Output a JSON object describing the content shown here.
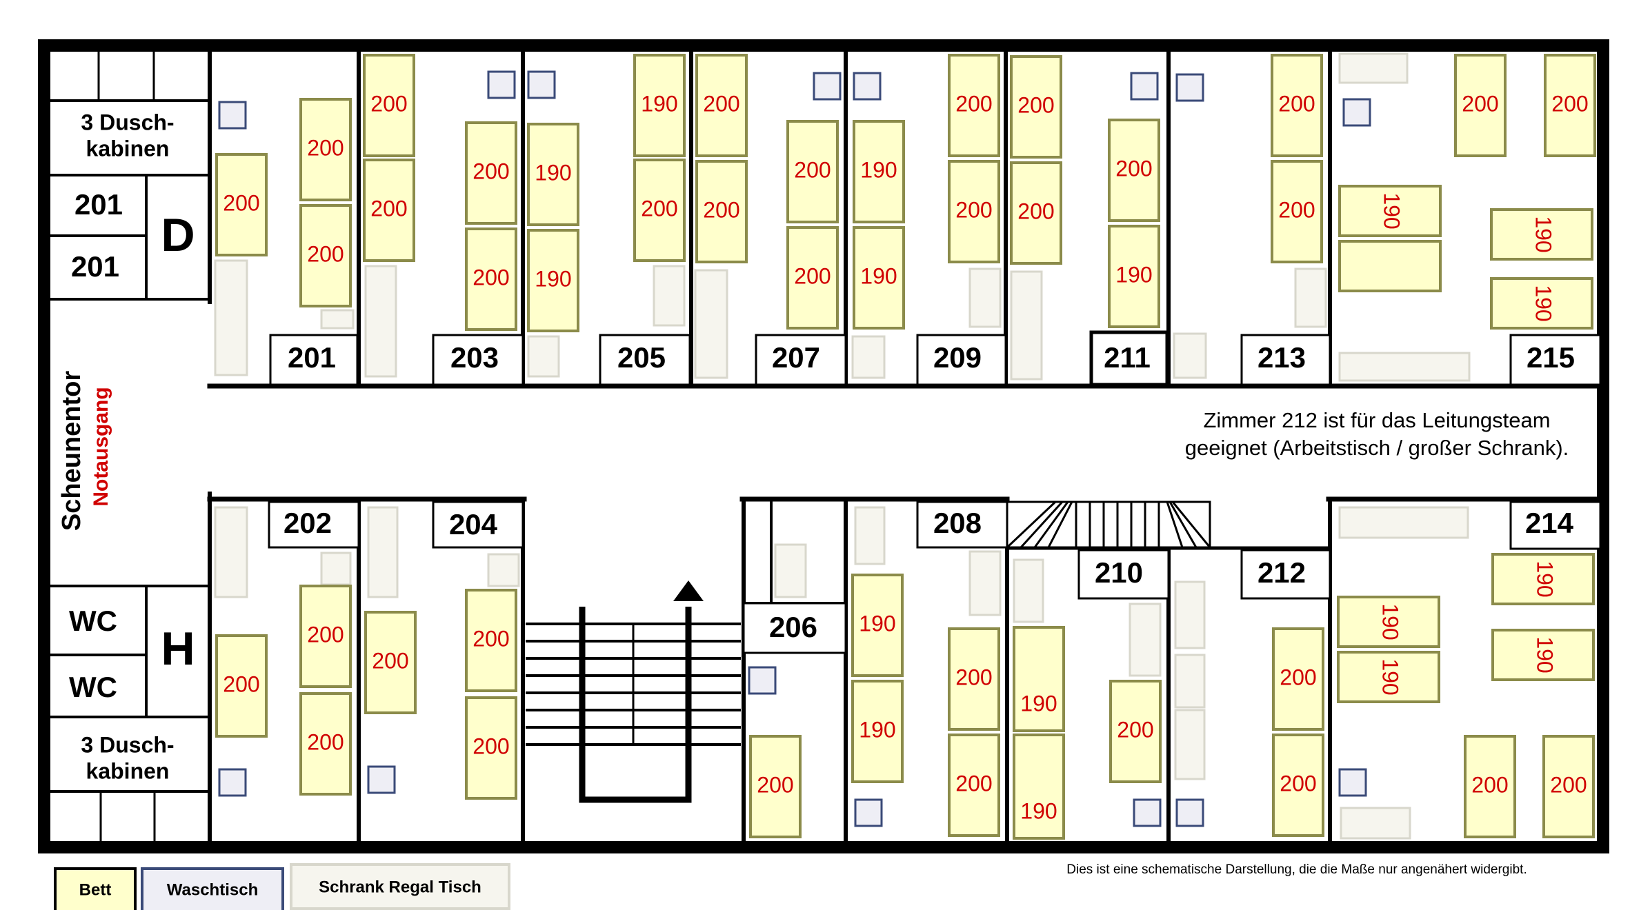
{
  "colors": {
    "bed_fill": "#FFFFCC",
    "bed_stroke": "#8B8B4A",
    "washbasin_fill": "#EEEEF5",
    "washbasin_stroke": "#3A4A78",
    "furniture_fill": "#F6F5EE",
    "furniture_stroke": "#D8D7CC",
    "bed_label": "#D00000",
    "emergency_label": "#D00000",
    "wall": "#000000"
  },
  "left_wing": {
    "showers_top": "3 Dusch-kabinen",
    "room_201a": "201",
    "room_201b": "201",
    "sign_d": "D",
    "barn_door": "Scheunentor",
    "emergency_exit": "Notausgang",
    "wc_1": "WC",
    "wc_2": "WC",
    "sign_h": "H",
    "showers_bottom": "3 Dusch-kabinen"
  },
  "rooms_top": [
    "201",
    "203",
    "205",
    "207",
    "209",
    "211",
    "213",
    "215"
  ],
  "rooms_bottom": [
    "202",
    "204",
    "206",
    "208",
    "210",
    "212",
    "214"
  ],
  "beds": {
    "r201": [
      "200",
      "200",
      "200"
    ],
    "r203": [
      "200",
      "200",
      "200",
      "200"
    ],
    "r205": [
      "190",
      "190",
      "190",
      "200"
    ],
    "r207": [
      "200",
      "200",
      "200",
      "200"
    ],
    "r209": [
      "190",
      "190",
      "200",
      "200"
    ],
    "r211": [
      "200",
      "200",
      "200",
      "190"
    ],
    "r213": [
      "200",
      "200"
    ],
    "r215": [
      "200",
      "200",
      "190",
      "190",
      "190"
    ],
    "r202": [
      "200",
      "200",
      "200"
    ],
    "r204": [
      "200",
      "200",
      "200"
    ],
    "r206": [
      "200"
    ],
    "r208": [
      "190",
      "190",
      "200",
      "200"
    ],
    "r210": [
      "190",
      "190",
      "200"
    ],
    "r212": [
      "200",
      "200"
    ],
    "r214": [
      "190",
      "190",
      "190",
      "190",
      "200",
      "200"
    ]
  },
  "note": {
    "line1": "Zimmer 212 ist  für das Leitungsteam",
    "line2": "geeignet (Arbeitstisch / großer Schrank)."
  },
  "legend": {
    "bed": "Bett",
    "washbasin": "Waschtisch",
    "furniture": "Schrank Regal Tisch"
  },
  "disclaimer": "Dies ist eine schematische Darstellung, die die Maße nur angenähert widergibt."
}
